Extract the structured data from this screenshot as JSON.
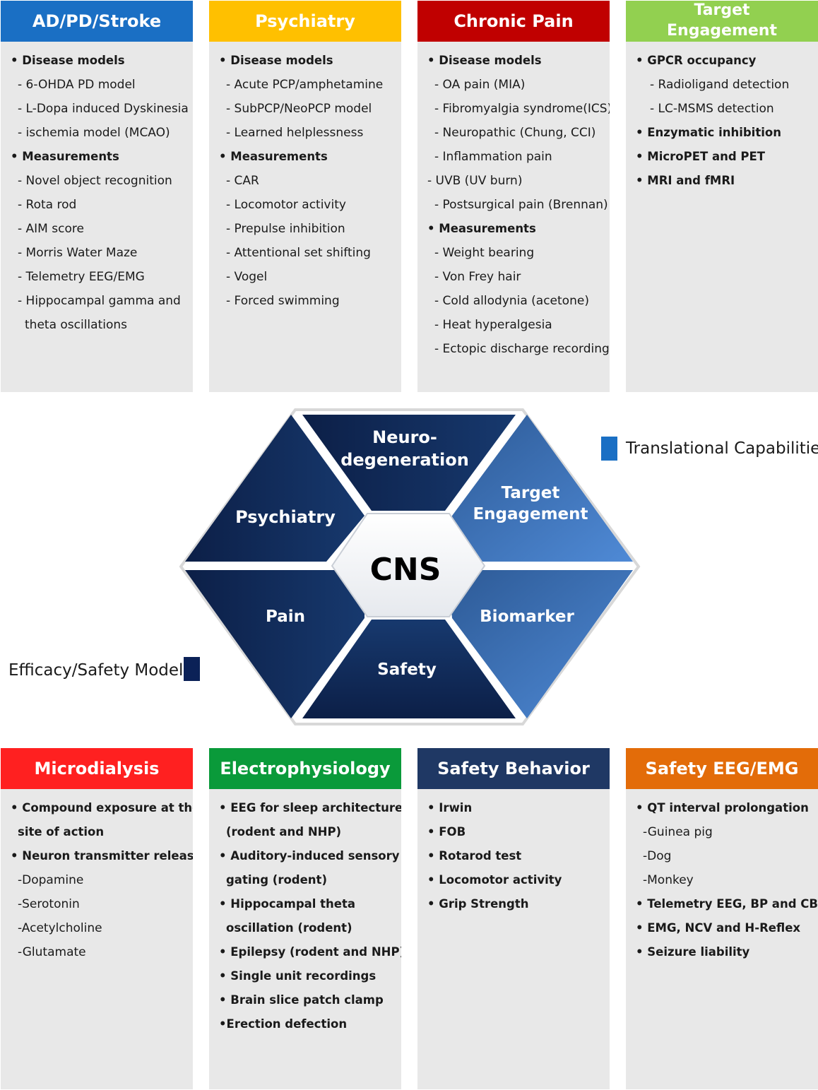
{
  "colors": {
    "ad_pd_stroke": "#1a6fc4",
    "psychiatry": "#ffc000",
    "chronic_pain": "#c00000",
    "target_engagement": "#92d050",
    "microdialysis": "#ff2020",
    "electrophysiology": "#0a9a3a",
    "safety_behavior": "#1f3864",
    "safety_eeg": "#e36c09",
    "translational": "#1a6fc4",
    "efficacy": "#0b2157",
    "hex_dark": "#0f2a55",
    "hex_light": "#4a86d0"
  },
  "top_cards": [
    {
      "title": "AD/PD/Stroke",
      "items": [
        {
          "text": "• Disease models",
          "style": "bold"
        },
        {
          "text": "- 6-OHDA PD model",
          "style": "sub"
        },
        {
          "text": "- L-Dopa induced Dyskinesia",
          "style": "sub"
        },
        {
          "text": "- ischemia model (MCAO)",
          "style": "sub"
        },
        {
          "text": "• Measurements",
          "style": "bold"
        },
        {
          "text": "- Novel object recognition",
          "style": "sub"
        },
        {
          "text": "- Rota rod",
          "style": "sub"
        },
        {
          "text": "- AIM score",
          "style": "sub"
        },
        {
          "text": "- Morris Water Maze",
          "style": "sub"
        },
        {
          "text": "- Telemetry EEG/EMG",
          "style": "sub"
        },
        {
          "text": "- Hippocampal gamma and",
          "style": "sub"
        },
        {
          "text": "theta oscillations",
          "style": "sub2"
        }
      ]
    },
    {
      "title": "Psychiatry",
      "items": [
        {
          "text": "• Disease models",
          "style": "bold"
        },
        {
          "text": "- Acute PCP/amphetamine",
          "style": "sub"
        },
        {
          "text": "- SubPCP/NeoPCP model",
          "style": "sub"
        },
        {
          "text": "- Learned helplessness",
          "style": "sub"
        },
        {
          "text": "• Measurements",
          "style": "bold"
        },
        {
          "text": "- CAR",
          "style": "sub"
        },
        {
          "text": "- Locomotor activity",
          "style": "sub"
        },
        {
          "text": "- Prepulse inhibition",
          "style": "sub"
        },
        {
          "text": "- Attentional set shifting",
          "style": "sub"
        },
        {
          "text": "- Vogel",
          "style": "sub"
        },
        {
          "text": "- Forced swimming",
          "style": "sub"
        }
      ]
    },
    {
      "title": "Chronic Pain",
      "items": [
        {
          "text": "• Disease models",
          "style": "bold"
        },
        {
          "text": "- OA pain (MIA)",
          "style": "sub"
        },
        {
          "text": "- Fibromyalgia syndrome(ICS)",
          "style": "sub"
        },
        {
          "text": "- Neuropathic (Chung,  CCI)",
          "style": "sub"
        },
        {
          "text": "- Inflammation pain",
          "style": "sub"
        },
        {
          "text": "-   UVB (UV burn)",
          "style": "plain"
        },
        {
          "text": "- Postsurgical pain (Brennan)",
          "style": "sub"
        },
        {
          "text": "• Measurements",
          "style": "bold"
        },
        {
          "text": "- Weight bearing",
          "style": "sub"
        },
        {
          "text": "- Von Frey hair",
          "style": "sub"
        },
        {
          "text": "- Cold allodynia (acetone)",
          "style": "sub"
        },
        {
          "text": "- Heat hyperalgesia",
          "style": "sub"
        },
        {
          "text": "- Ectopic discharge recording",
          "style": "sub"
        }
      ]
    },
    {
      "title": "Target Engagement",
      "items": [
        {
          "text": "• GPCR occupancy",
          "style": "bold"
        },
        {
          "text": "- Radioligand detection",
          "style": "sub2"
        },
        {
          "text": "- LC-MSMS detection",
          "style": "sub2"
        },
        {
          "text": "• Enzymatic inhibition",
          "style": "bold"
        },
        {
          "text": "• MicroPET and PET",
          "style": "bold"
        },
        {
          "text": "• MRI and fMRI",
          "style": "bold"
        }
      ]
    }
  ],
  "bottom_cards": [
    {
      "title": "Microdialysis",
      "items": [
        {
          "text": "• Compound exposure at the",
          "style": "bold"
        },
        {
          "text": "site of action",
          "style": "boldsub"
        },
        {
          "text": "• Neuron transmitter release",
          "style": "bold"
        },
        {
          "text": "-Dopamine",
          "style": "sub"
        },
        {
          "text": "-Serotonin",
          "style": "sub"
        },
        {
          "text": "-Acetylcholine",
          "style": "sub"
        },
        {
          "text": "-Glutamate",
          "style": "sub"
        }
      ]
    },
    {
      "title": "Electrophysiology",
      "items": [
        {
          "text": "• EEG for sleep architecture",
          "style": "bold"
        },
        {
          "text": "(rodent and NHP)",
          "style": "boldsub"
        },
        {
          "text": "• Auditory-induced sensory",
          "style": "bold"
        },
        {
          "text": "gating (rodent)",
          "style": "boldsub"
        },
        {
          "text": "• Hippocampal  theta",
          "style": "bold"
        },
        {
          "text": "oscillation (rodent)",
          "style": "boldsub"
        },
        {
          "text": "• Epilepsy (rodent and NHP)",
          "style": "bold"
        },
        {
          "text": "• Single unit recordings",
          "style": "bold"
        },
        {
          "text": "• Brain slice patch clamp",
          "style": "bold"
        },
        {
          "text": "•Erection defection",
          "style": "bold"
        }
      ]
    },
    {
      "title": "Safety Behavior",
      "items": [
        {
          "text": "• Irwin",
          "style": "bold"
        },
        {
          "text": "• FOB",
          "style": "bold"
        },
        {
          "text": "• Rotarod test",
          "style": "bold"
        },
        {
          "text": "• Locomotor activity",
          "style": "bold"
        },
        {
          "text": "• Grip Strength",
          "style": "bold"
        }
      ]
    },
    {
      "title": "Safety EEG/EMG",
      "items": [
        {
          "text": "•  QT interval prolongation",
          "style": "bold"
        },
        {
          "text": "-Guinea pig",
          "style": "sub"
        },
        {
          "text": "-Dog",
          "style": "sub"
        },
        {
          "text": "-Monkey",
          "style": "sub"
        },
        {
          "text": "• Telemetry EEG, BP and CBT",
          "style": "bold"
        },
        {
          "text": "• EMG, NCV and H-Reflex",
          "style": "bold"
        },
        {
          "text": "• Seizure liability",
          "style": "bold"
        }
      ]
    }
  ],
  "hexagon": {
    "center": "CNS",
    "neuro_line1": "Neuro-",
    "neuro_line2": "degeneration",
    "psychiatry": "Psychiatry",
    "target_line1": "Target",
    "target_line2": "Engagement",
    "pain": "Pain",
    "biomarker": "Biomarker",
    "safety": "Safety"
  },
  "legend": {
    "translational": "Translational Capabilities",
    "efficacy": "Efficacy/Safety Models"
  }
}
